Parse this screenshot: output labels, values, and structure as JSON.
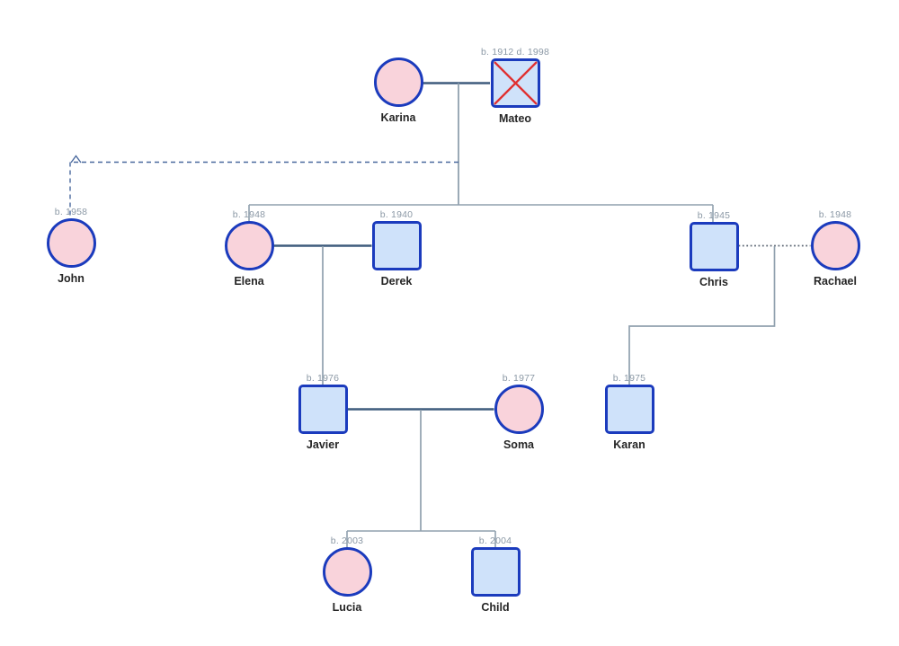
{
  "diagram": {
    "type": "genogram family tree",
    "colors": {
      "node_border": "#1b3bbd",
      "female_fill": "#f9d3db",
      "male_fill": "#cfe2fa",
      "deceased_cross": "#e03030",
      "spouse_line": "#3f5c7d",
      "family_line": "#90a0ae",
      "dashed_link": "#4a699e",
      "dotted_link": "#5b6673",
      "name_text": "#262626",
      "birth_text": "#8c99a6"
    }
  },
  "people": {
    "karina": {
      "name": "Karina",
      "birth": "",
      "gender": "female",
      "deceased": false
    },
    "mateo": {
      "name": "Mateo",
      "birth": "b. 1912 d. 1998",
      "gender": "male",
      "deceased": true
    },
    "john": {
      "name": "John",
      "birth": "b. 1958",
      "gender": "female",
      "deceased": false
    },
    "elena": {
      "name": "Elena",
      "birth": "b. 1948",
      "gender": "female",
      "deceased": false
    },
    "derek": {
      "name": "Derek",
      "birth": "b. 1940",
      "gender": "male",
      "deceased": false
    },
    "chris": {
      "name": "Chris",
      "birth": "b. 1945",
      "gender": "male",
      "deceased": false
    },
    "rachael": {
      "name": "Rachael",
      "birth": "b. 1948",
      "gender": "female",
      "deceased": false
    },
    "javier": {
      "name": "Javier",
      "birth": "b. 1976",
      "gender": "male",
      "deceased": false
    },
    "soma": {
      "name": "Soma",
      "birth": "b. 1977",
      "gender": "female",
      "deceased": false
    },
    "karan": {
      "name": "Karan",
      "birth": "b. 1975",
      "gender": "male",
      "deceased": false
    },
    "lucia": {
      "name": "Lucia",
      "birth": "b. 2003",
      "gender": "female",
      "deceased": false
    },
    "child": {
      "name": "Child",
      "birth": "b. 2004",
      "gender": "male",
      "deceased": false
    }
  },
  "relationships": [
    {
      "type": "marriage-solid",
      "between": [
        "Karina",
        "Mateo"
      ]
    },
    {
      "type": "marriage-solid",
      "between": [
        "Elena",
        "Derek"
      ]
    },
    {
      "type": "dotted-union",
      "between": [
        "Chris",
        "Rachael"
      ]
    },
    {
      "type": "marriage-solid",
      "between": [
        "Javier",
        "Soma"
      ]
    },
    {
      "type": "parent-child",
      "parents": [
        "Karina",
        "Mateo"
      ],
      "children": [
        "Elena",
        "Chris"
      ]
    },
    {
      "type": "parent-child",
      "parents": [
        "Elena",
        "Derek"
      ],
      "children": [
        "Javier"
      ]
    },
    {
      "type": "parent-child",
      "parents": [
        "Chris",
        "Rachael"
      ],
      "children": [
        "Karan"
      ]
    },
    {
      "type": "parent-child",
      "parents": [
        "Javier",
        "Soma"
      ],
      "children": [
        "Lucia",
        "Child"
      ]
    },
    {
      "type": "dashed-arrow-link",
      "between": [
        "Karina-Mateo union",
        "John"
      ]
    }
  ]
}
